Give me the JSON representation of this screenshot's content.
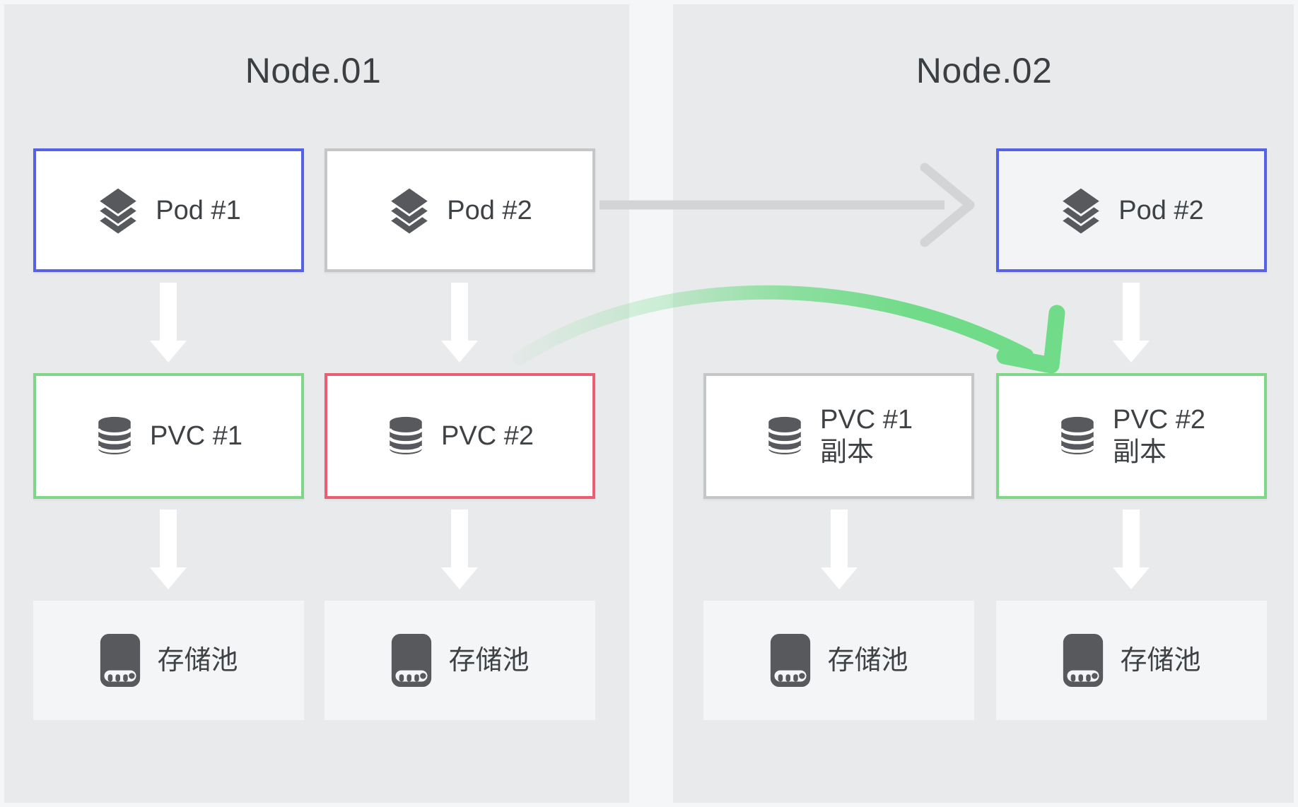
{
  "nodes": [
    {
      "title": "Node.01"
    },
    {
      "title": "Node.02"
    }
  ],
  "boxes": {
    "pod1": {
      "label": "Pod #1"
    },
    "pod2": {
      "label": "Pod #2"
    },
    "pod2_node2": {
      "label": "Pod #2"
    },
    "pvc1": {
      "label": "PVC #1"
    },
    "pvc2": {
      "label": "PVC #2"
    },
    "pvc1_replica": {
      "line1": "PVC #1",
      "line2": "副本"
    },
    "pvc2_replica": {
      "line1": "PVC #2",
      "line2": "副本"
    },
    "storage_pool": {
      "label": "存储池"
    }
  },
  "icons": {
    "pod": "layers-icon",
    "pvc": "database-icon",
    "storage": "storage-disk-icon"
  },
  "arrows": {
    "pod_migration": "pod2-node1-to-pod2-node2",
    "pvc_replication": "pvc2-to-pvc2-replica"
  },
  "colors": {
    "page_bg": "#f5f6f8",
    "node_bg": "#e9eaec",
    "box_white": "#ffffff",
    "box_tinted": "#f3f4f6",
    "storage_bg": "#f4f5f7",
    "border_blue": "#5662e6",
    "border_gray": "#c5c6c8",
    "border_green": "#7fd687",
    "border_red": "#ea5e74",
    "arrow_white": "#ffffff",
    "arrow_gray": "#d3d4d6",
    "arrow_green": "#70db88",
    "icon_gray": "#58595d",
    "text": "#3f4245"
  }
}
